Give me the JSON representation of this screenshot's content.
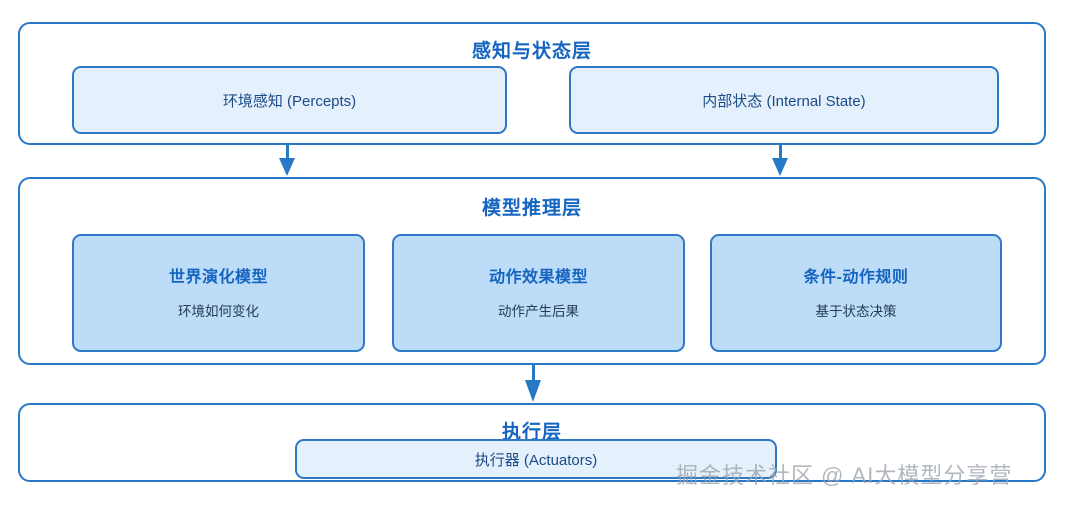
{
  "diagram": {
    "layers": [
      {
        "id": "perception",
        "title": "感知与状态层",
        "boxes": [
          {
            "id": "percepts",
            "label": "环境感知 (Percepts)"
          },
          {
            "id": "internal-state",
            "label": "内部状态 (Internal State)"
          }
        ]
      },
      {
        "id": "model",
        "title": "模型推理层",
        "boxes": [
          {
            "id": "world-model",
            "title": "世界演化模型",
            "subtitle": "环境如何变化"
          },
          {
            "id": "action-model",
            "title": "动作效果模型",
            "subtitle": "动作产生后果"
          },
          {
            "id": "rules",
            "title": "条件-动作规则",
            "subtitle": "基于状态决策"
          }
        ]
      },
      {
        "id": "execution",
        "title": "执行层",
        "boxes": [
          {
            "id": "actuators",
            "label": "执行器 (Actuators)"
          }
        ]
      }
    ],
    "arrows": [
      {
        "id": "percepts-to-model",
        "from": "percepts",
        "to": "model",
        "direction": "down"
      },
      {
        "id": "state-to-model",
        "from": "internal-state",
        "to": "model",
        "direction": "down"
      },
      {
        "id": "model-to-execution",
        "from": "model",
        "to": "execution",
        "direction": "down"
      }
    ],
    "watermark": "掘金技术社区 @ AI大模型分享营",
    "colors": {
      "border": "#2878c8",
      "title": "#1565c0",
      "box_light_fill": "#e4f0fb",
      "box_fill": "#bcdcf7",
      "box_border": "#2e79c4",
      "text": "#1b4b88",
      "subtitle": "#243b55",
      "background": "#ffffff",
      "watermark": "#9aa3ad"
    }
  }
}
